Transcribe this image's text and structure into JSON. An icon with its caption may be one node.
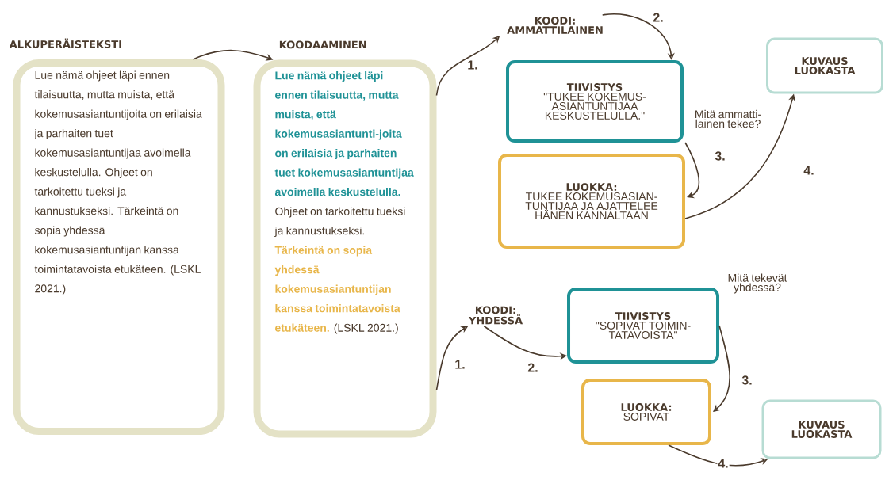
{
  "diagram": {
    "nodes": [
      {
        "text": [
          "ALKUPERÄISTEKSTI",
          "Lue nämä ohjeet läpi ennen tilaisuutta, mutta muista, että kokemusasiantuntijoita on erilaisia ja parhaiten tuet kokemusasiantuntijaa avoimella keskustelulla. Ohjeet on tarkoitettu tueksi ja kannustukseksi. Tärkeintä on sopia yhdessä kokemusasiantuntijan kanssa toimintatavoista etukäteen. (LSKL 2021.)"
        ]
      },
      {
        "text": [
          "KOODAAMINEN",
          "Lue nämä ohjeet läpi ennen tilaisuutta, mutta muista, että kokemusasiantunti-joita on erilaisia ja parhaiten tuet kokemusasiantuntijaa avoimella keskustelulla.",
          "Ohjeet on tarkoitettu tueksi ja kannustukseksi.",
          "Tärkeintä on sopia yhdessä kokemusasiantuntijan kanssa toimintatavoista etukäteen.",
          "(LSKL 2021.)"
        ]
      },
      {
        "text": [
          "KOODI: AMMATTILAINEN"
        ]
      },
      {
        "text": [
          "TIIVISTYS",
          "\"TUKEE KOKEMUS-ASIANTUNTIJAA KESKUSTELULLA.\""
        ]
      },
      {
        "text": [
          "LUOKKA:",
          "TUKEE KOKEMUSASIAN-TUNTIJAA JA AJATTELEE HÄNEN KANNALTAAN"
        ]
      },
      {
        "text": [
          "KUVAUS LUOKASTA"
        ]
      },
      {
        "text": [
          "KOODI: YHDESSÄ"
        ]
      },
      {
        "text": [
          "TIIVISTYS",
          "\"SOPIVAT TOIMIN-TATAVOISTA\""
        ]
      },
      {
        "text": [
          "LUOKKA:",
          "SOPIVAT"
        ]
      },
      {
        "text": [
          "KUVAUS LUOKASTA"
        ]
      }
    ],
    "edges": [
      {
        "from": 0,
        "to": 1,
        "arrow": "to"
      },
      {
        "from": 1,
        "to": 2,
        "arrow": "to",
        "label": "1."
      },
      {
        "from": 2,
        "to": 3,
        "arrow": "to",
        "label": "2."
      },
      {
        "from": 3,
        "to": 4,
        "arrow": "to",
        "label": "3."
      },
      {
        "from": 4,
        "to": 5,
        "arrow": "to",
        "label": "4."
      },
      {
        "from": 1,
        "to": 6,
        "arrow": "to",
        "label": "1."
      },
      {
        "from": 6,
        "to": 7,
        "arrow": "to",
        "label": "2."
      },
      {
        "from": 7,
        "to": 8,
        "arrow": "to",
        "label": "3."
      },
      {
        "from": 8,
        "to": 9,
        "arrow": "to",
        "label": "4."
      }
    ],
    "labels": [
      "Mitä ammatti-lainen tekee?",
      "Mitä tekevät yhdessä?"
    ]
  }
}
